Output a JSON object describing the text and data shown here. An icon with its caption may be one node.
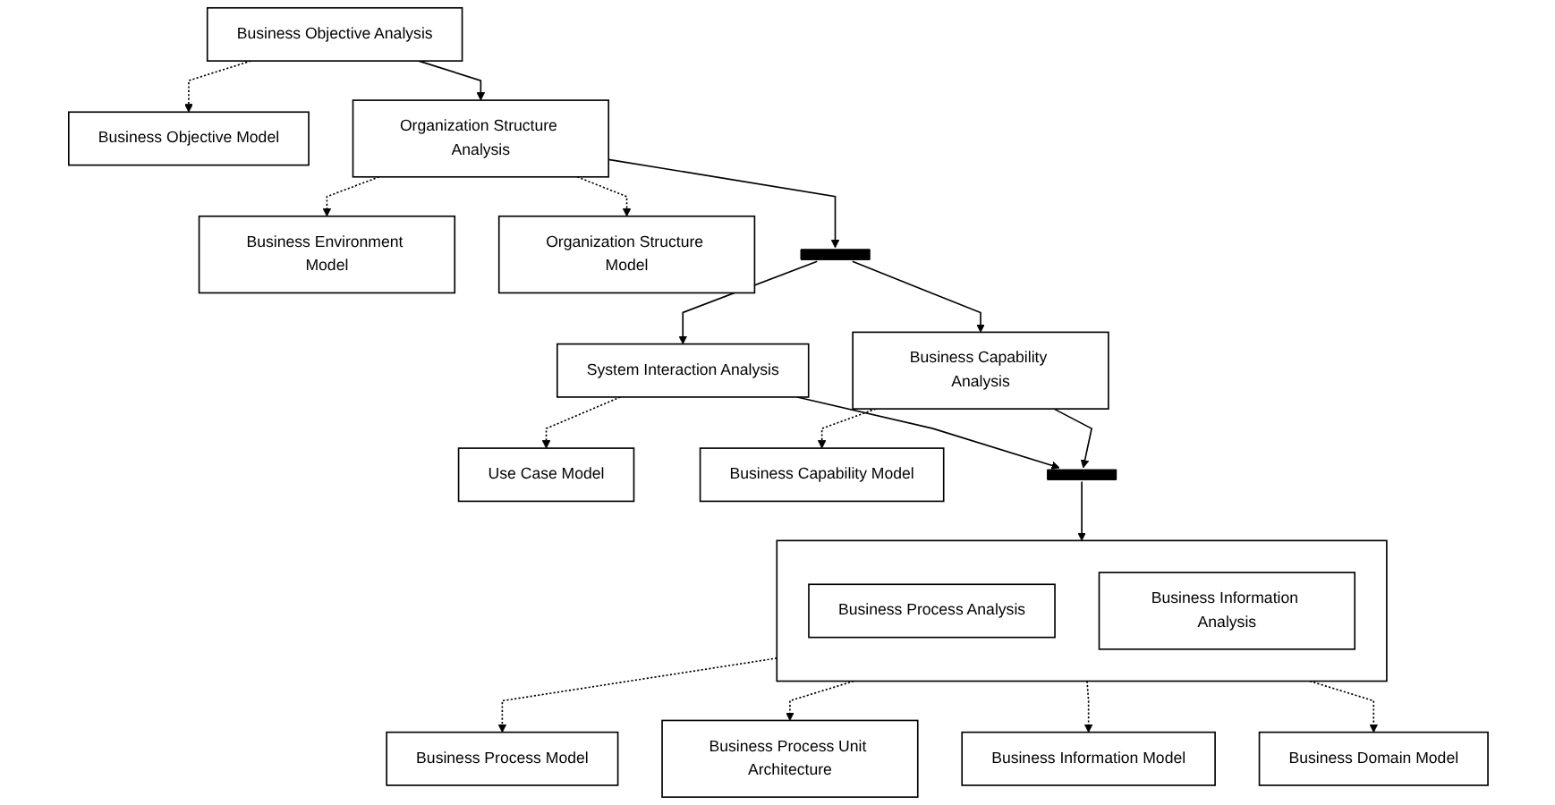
{
  "diagram": {
    "nodes": [
      {
        "text": [
          "Business Objective Analysis"
        ]
      },
      {
        "text": [
          "Business Objective Model"
        ]
      },
      {
        "text": [
          "Business Environment Model"
        ]
      },
      {
        "text": [
          "Organization Structure Analysis"
        ]
      },
      {
        "text": [
          "Organization Structure Model"
        ]
      },
      {
        "text": [],
        "shape": "bar"
      },
      {
        "text": [
          "Use Case Model"
        ]
      },
      {
        "text": [
          "System Interaction Analysis"
        ]
      },
      {
        "text": [
          "Business Capability Analysis"
        ]
      },
      {
        "text": [
          "Business Capability Model"
        ]
      },
      {
        "text": [],
        "shape": "bar"
      },
      {
        "text": [
          "Business Process Model"
        ]
      },
      {
        "text": [],
        "shape": "box"
      },
      {
        "text": [
          "Business Process Analysis"
        ],
        "in": 12
      },
      {
        "text": [
          "Business Information Analysis"
        ],
        "in": 12
      },
      {
        "text": [
          "Business Information Model"
        ]
      },
      {
        "text": [
          "Business Process Unit Architecture"
        ]
      },
      {
        "text": [
          "Business Domain Model"
        ]
      }
    ],
    "edges": [
      {
        "from": 0,
        "to": 1,
        "arrow": "to",
        "style": "dashed"
      },
      {
        "from": 0,
        "to": 3,
        "arrow": "to"
      },
      {
        "from": 3,
        "to": 2,
        "arrow": "to",
        "style": "dashed"
      },
      {
        "from": 3,
        "to": 4,
        "arrow": "to",
        "style": "dashed"
      },
      {
        "from": 3,
        "to": 5,
        "arrow": "to"
      },
      {
        "from": 5,
        "to": 7,
        "arrow": "to"
      },
      {
        "from": 5,
        "to": 8,
        "arrow": "to"
      },
      {
        "from": 7,
        "to": 6,
        "arrow": "to",
        "style": "dashed"
      },
      {
        "from": 8,
        "to": 9,
        "arrow": "to",
        "style": "dashed"
      },
      {
        "from": 7,
        "to": 10,
        "arrow": "to"
      },
      {
        "from": 8,
        "to": 10,
        "arrow": "to"
      },
      {
        "from": 10,
        "to": 12,
        "arrow": "to"
      },
      {
        "from": 12,
        "to": 11,
        "arrow": "to",
        "style": "dashed"
      },
      {
        "from": 12,
        "to": 16,
        "arrow": "to",
        "style": "dashed"
      },
      {
        "from": 12,
        "to": 15,
        "arrow": "to",
        "style": "dashed"
      },
      {
        "from": 12,
        "to": 17,
        "arrow": "to",
        "style": "dashed"
      }
    ]
  }
}
